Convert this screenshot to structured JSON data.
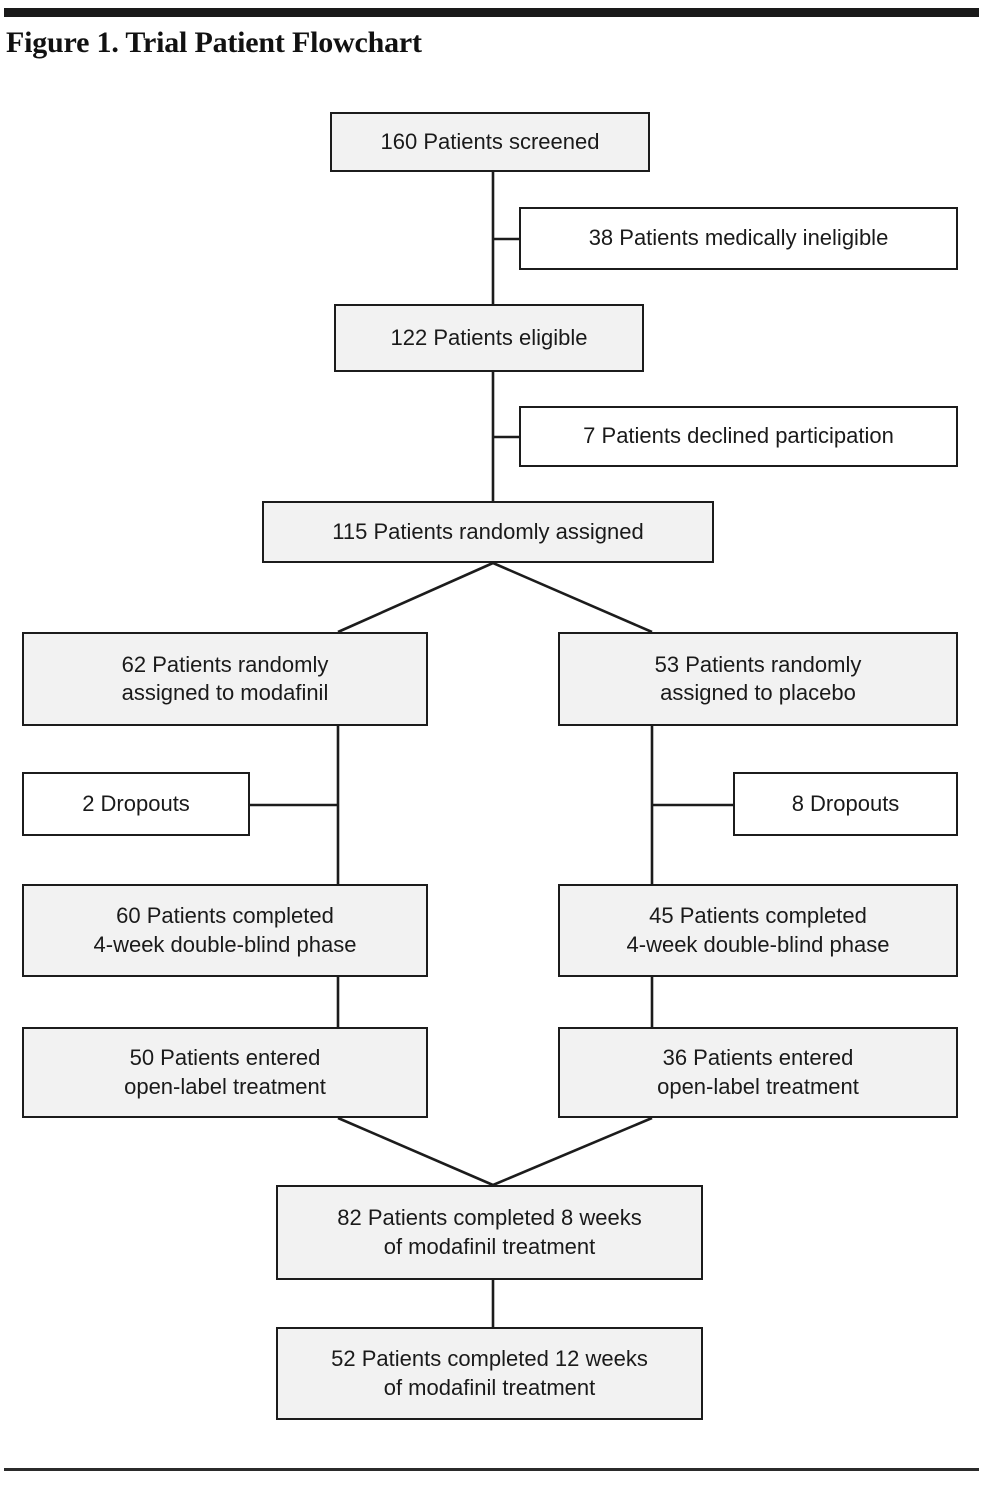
{
  "figure": {
    "title": "Figure 1. Trial Patient Flowchart",
    "top_rule_color": "#1a1a1a",
    "bottom_rule_color": "#2b2b2b",
    "node_fill_main": "#f2f2f2",
    "node_fill_side": "#ffffff",
    "node_border": "#1c1c1c",
    "text_color": "#1a1a1a"
  },
  "chart_data": {
    "type": "diagram",
    "title": "Figure 1. Trial Patient Flowchart",
    "nodes": [
      {
        "id": "screened",
        "label": "160 Patients screened",
        "count": 160,
        "style": "main"
      },
      {
        "id": "ineligible",
        "label": "38 Patients medically ineligible",
        "count": 38,
        "style": "side"
      },
      {
        "id": "eligible",
        "label": "122 Patients eligible",
        "count": 122,
        "style": "main"
      },
      {
        "id": "declined",
        "label": "7 Patients declined participation",
        "count": 7,
        "style": "side"
      },
      {
        "id": "randomized",
        "label": "115 Patients randomly assigned",
        "count": 115,
        "style": "main"
      },
      {
        "id": "modafinil",
        "label": "62 Patients randomly\nassigned to modafinil",
        "count": 62,
        "style": "main"
      },
      {
        "id": "placebo",
        "label": "53 Patients randomly\nassigned to placebo",
        "count": 53,
        "style": "main"
      },
      {
        "id": "drop-modafinil",
        "label": "2  Dropouts",
        "count": 2,
        "style": "side"
      },
      {
        "id": "drop-placebo",
        "label": "8  Dropouts",
        "count": 8,
        "style": "side"
      },
      {
        "id": "complete-mod",
        "label": "60 Patients completed\n4-week double-blind phase",
        "count": 60,
        "style": "main"
      },
      {
        "id": "complete-pla",
        "label": "45 Patients completed\n4-week double-blind phase",
        "count": 45,
        "style": "main"
      },
      {
        "id": "openlabel-mod",
        "label": "50 Patients entered\nopen-label treatment",
        "count": 50,
        "style": "main"
      },
      {
        "id": "openlabel-pla",
        "label": "36 Patients entered\nopen-label treatment",
        "count": 36,
        "style": "main"
      },
      {
        "id": "weeks8",
        "label": "82 Patients completed 8 weeks\nof modafinil treatment",
        "count": 82,
        "style": "main"
      },
      {
        "id": "weeks12",
        "label": "52 Patients completed 12 weeks\nof modafinil treatment",
        "count": 52,
        "style": "main"
      }
    ],
    "edges": [
      {
        "from": "screened",
        "to": "ineligible",
        "kind": "exclusion"
      },
      {
        "from": "screened",
        "to": "eligible",
        "kind": "flow"
      },
      {
        "from": "eligible",
        "to": "declined",
        "kind": "exclusion"
      },
      {
        "from": "eligible",
        "to": "randomized",
        "kind": "flow"
      },
      {
        "from": "randomized",
        "to": "modafinil",
        "kind": "split"
      },
      {
        "from": "randomized",
        "to": "placebo",
        "kind": "split"
      },
      {
        "from": "modafinil",
        "to": "drop-modafinil",
        "kind": "exclusion"
      },
      {
        "from": "modafinil",
        "to": "complete-mod",
        "kind": "flow"
      },
      {
        "from": "placebo",
        "to": "drop-placebo",
        "kind": "exclusion"
      },
      {
        "from": "placebo",
        "to": "complete-pla",
        "kind": "flow"
      },
      {
        "from": "complete-mod",
        "to": "openlabel-mod",
        "kind": "flow"
      },
      {
        "from": "complete-pla",
        "to": "openlabel-pla",
        "kind": "flow"
      },
      {
        "from": "openlabel-mod",
        "to": "weeks8",
        "kind": "merge"
      },
      {
        "from": "openlabel-pla",
        "to": "weeks8",
        "kind": "merge"
      },
      {
        "from": "weeks8",
        "to": "weeks12",
        "kind": "flow"
      }
    ]
  }
}
